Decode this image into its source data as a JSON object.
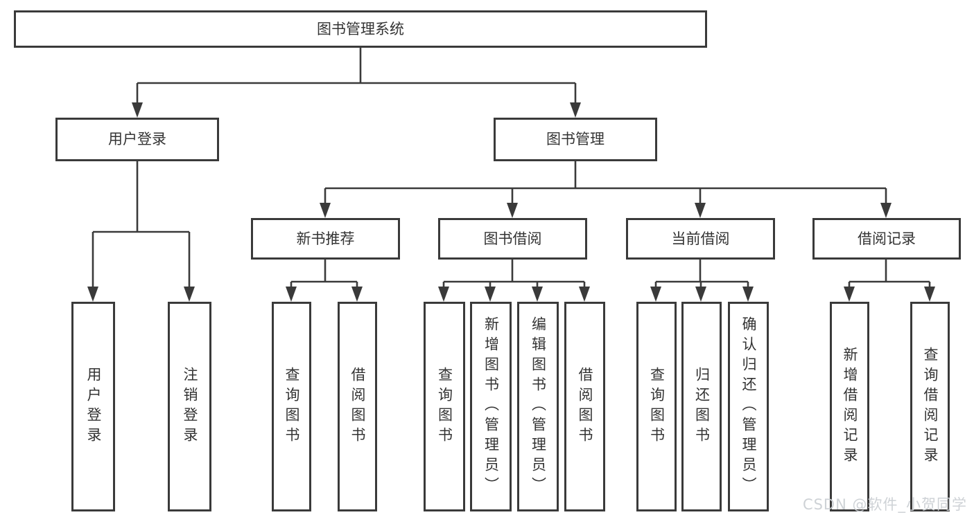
{
  "diagram": {
    "title_node": {
      "label": "图书管理系统"
    },
    "level2": [
      {
        "label": "用户登录"
      },
      {
        "label": "图书管理"
      }
    ],
    "level3": [
      {
        "label": "新书推荐",
        "parent": "图书管理"
      },
      {
        "label": "图书借阅",
        "parent": "图书管理"
      },
      {
        "label": "当前借阅",
        "parent": "图书管理"
      },
      {
        "label": "借阅记录",
        "parent": "图书管理"
      }
    ],
    "leaves": [
      {
        "label": "用户登录",
        "parent": "用户登录"
      },
      {
        "label": "注销登录",
        "parent": "用户登录"
      },
      {
        "label": "查询图书",
        "parent": "新书推荐"
      },
      {
        "label": "借阅图书",
        "parent": "新书推荐"
      },
      {
        "label": "查询图书",
        "parent": "图书借阅"
      },
      {
        "label": "新增图书（管理员）",
        "parent": "图书借阅"
      },
      {
        "label": "编辑图书（管理员）",
        "parent": "图书借阅"
      },
      {
        "label": "借阅图书",
        "parent": "图书借阅"
      },
      {
        "label": "查询图书",
        "parent": "当前借阅"
      },
      {
        "label": "归还图书",
        "parent": "当前借阅"
      },
      {
        "label": "确认归还（管理员）",
        "parent": "当前借阅"
      },
      {
        "label": "新增借阅记录",
        "parent": "借阅记录"
      },
      {
        "label": "查询借阅记录",
        "parent": "借阅记录"
      }
    ]
  },
  "watermark": {
    "text": "CSDN @软件_小贺同学"
  },
  "colors": {
    "line": "#3a3a3a",
    "text": "#333333",
    "background": "#ffffff",
    "watermark": "#cbd0d4"
  }
}
